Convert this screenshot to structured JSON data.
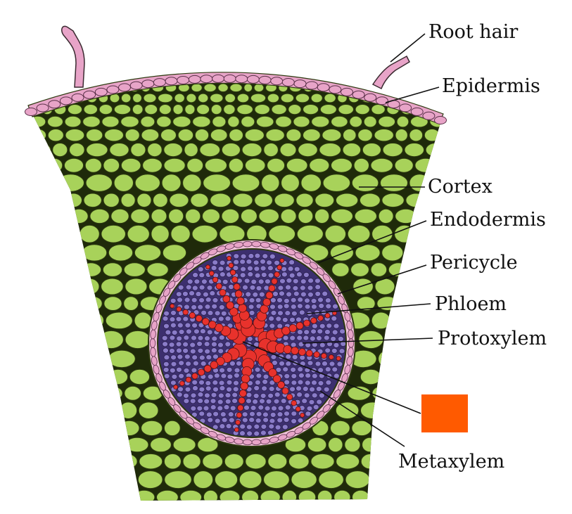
{
  "diagram": {
    "labels": {
      "root_hair": "Root  hair",
      "epidermis": "Epidermis",
      "cortex": "Cortex",
      "endodermis": "Endodermis",
      "pericycle": "Pericycle",
      "phloem": "Phloem",
      "protoxylem": "Protoxylem",
      "metaxylem": "Metaxylem"
    },
    "colors": {
      "cortex_cell": "#a8d25a",
      "cell_outline": "#2d3a10",
      "epidermis_cell": "#e8a4c8",
      "stele_fill": "#3c2f6e",
      "stele_cell": "#8a7cc8",
      "xylem": "#e8322c",
      "pericycle_cell": "#e8a4c8",
      "marker_square": "#ff5a00"
    }
  }
}
